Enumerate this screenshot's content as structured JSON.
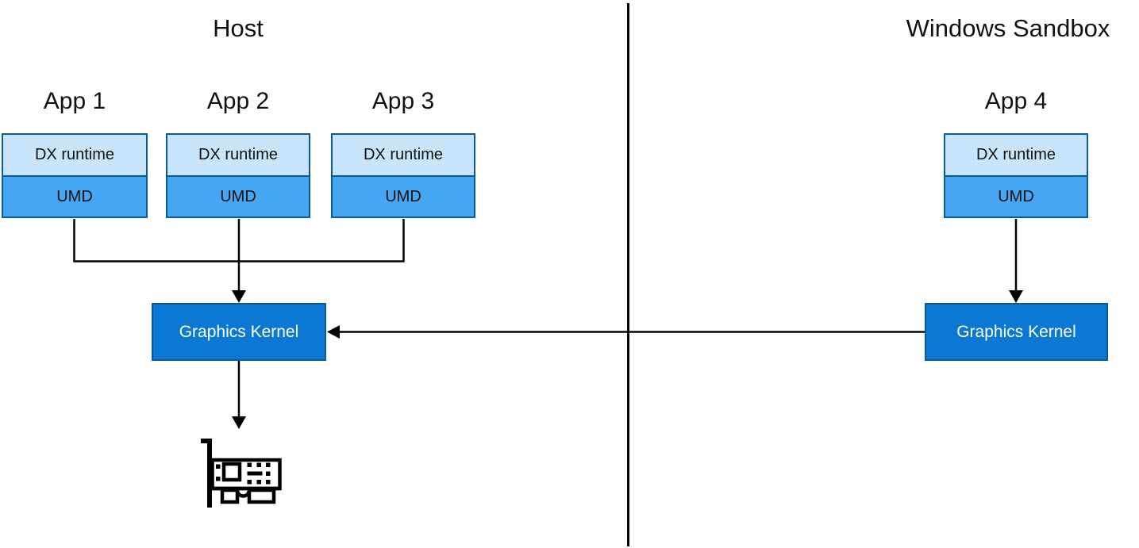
{
  "sections": {
    "host": {
      "title": "Host"
    },
    "sandbox": {
      "title": "Windows Sandbox"
    }
  },
  "apps": [
    {
      "id": "app-1",
      "title": "App 1",
      "layers": [
        "DX runtime",
        "UMD"
      ]
    },
    {
      "id": "app-2",
      "title": "App 2",
      "layers": [
        "DX runtime",
        "UMD"
      ]
    },
    {
      "id": "app-3",
      "title": "App 3",
      "layers": [
        "DX runtime",
        "UMD"
      ]
    },
    {
      "id": "app-4",
      "title": "App 4",
      "layers": [
        "DX runtime",
        "UMD"
      ]
    }
  ],
  "kernels": {
    "host": {
      "label": "Graphics Kernel"
    },
    "sandbox": {
      "label": "Graphics Kernel"
    }
  },
  "icons": {
    "gpu": "gpu-card-icon"
  },
  "colors": {
    "dx_runtime_fill": "#c9e5fb",
    "umd_fill": "#47a6f1",
    "box_border": "#0a5a9e",
    "kernel_fill": "#0b79d4",
    "kernel_text": "#ffffff",
    "line": "#000000",
    "text": "#111111",
    "background": "#ffffff"
  }
}
